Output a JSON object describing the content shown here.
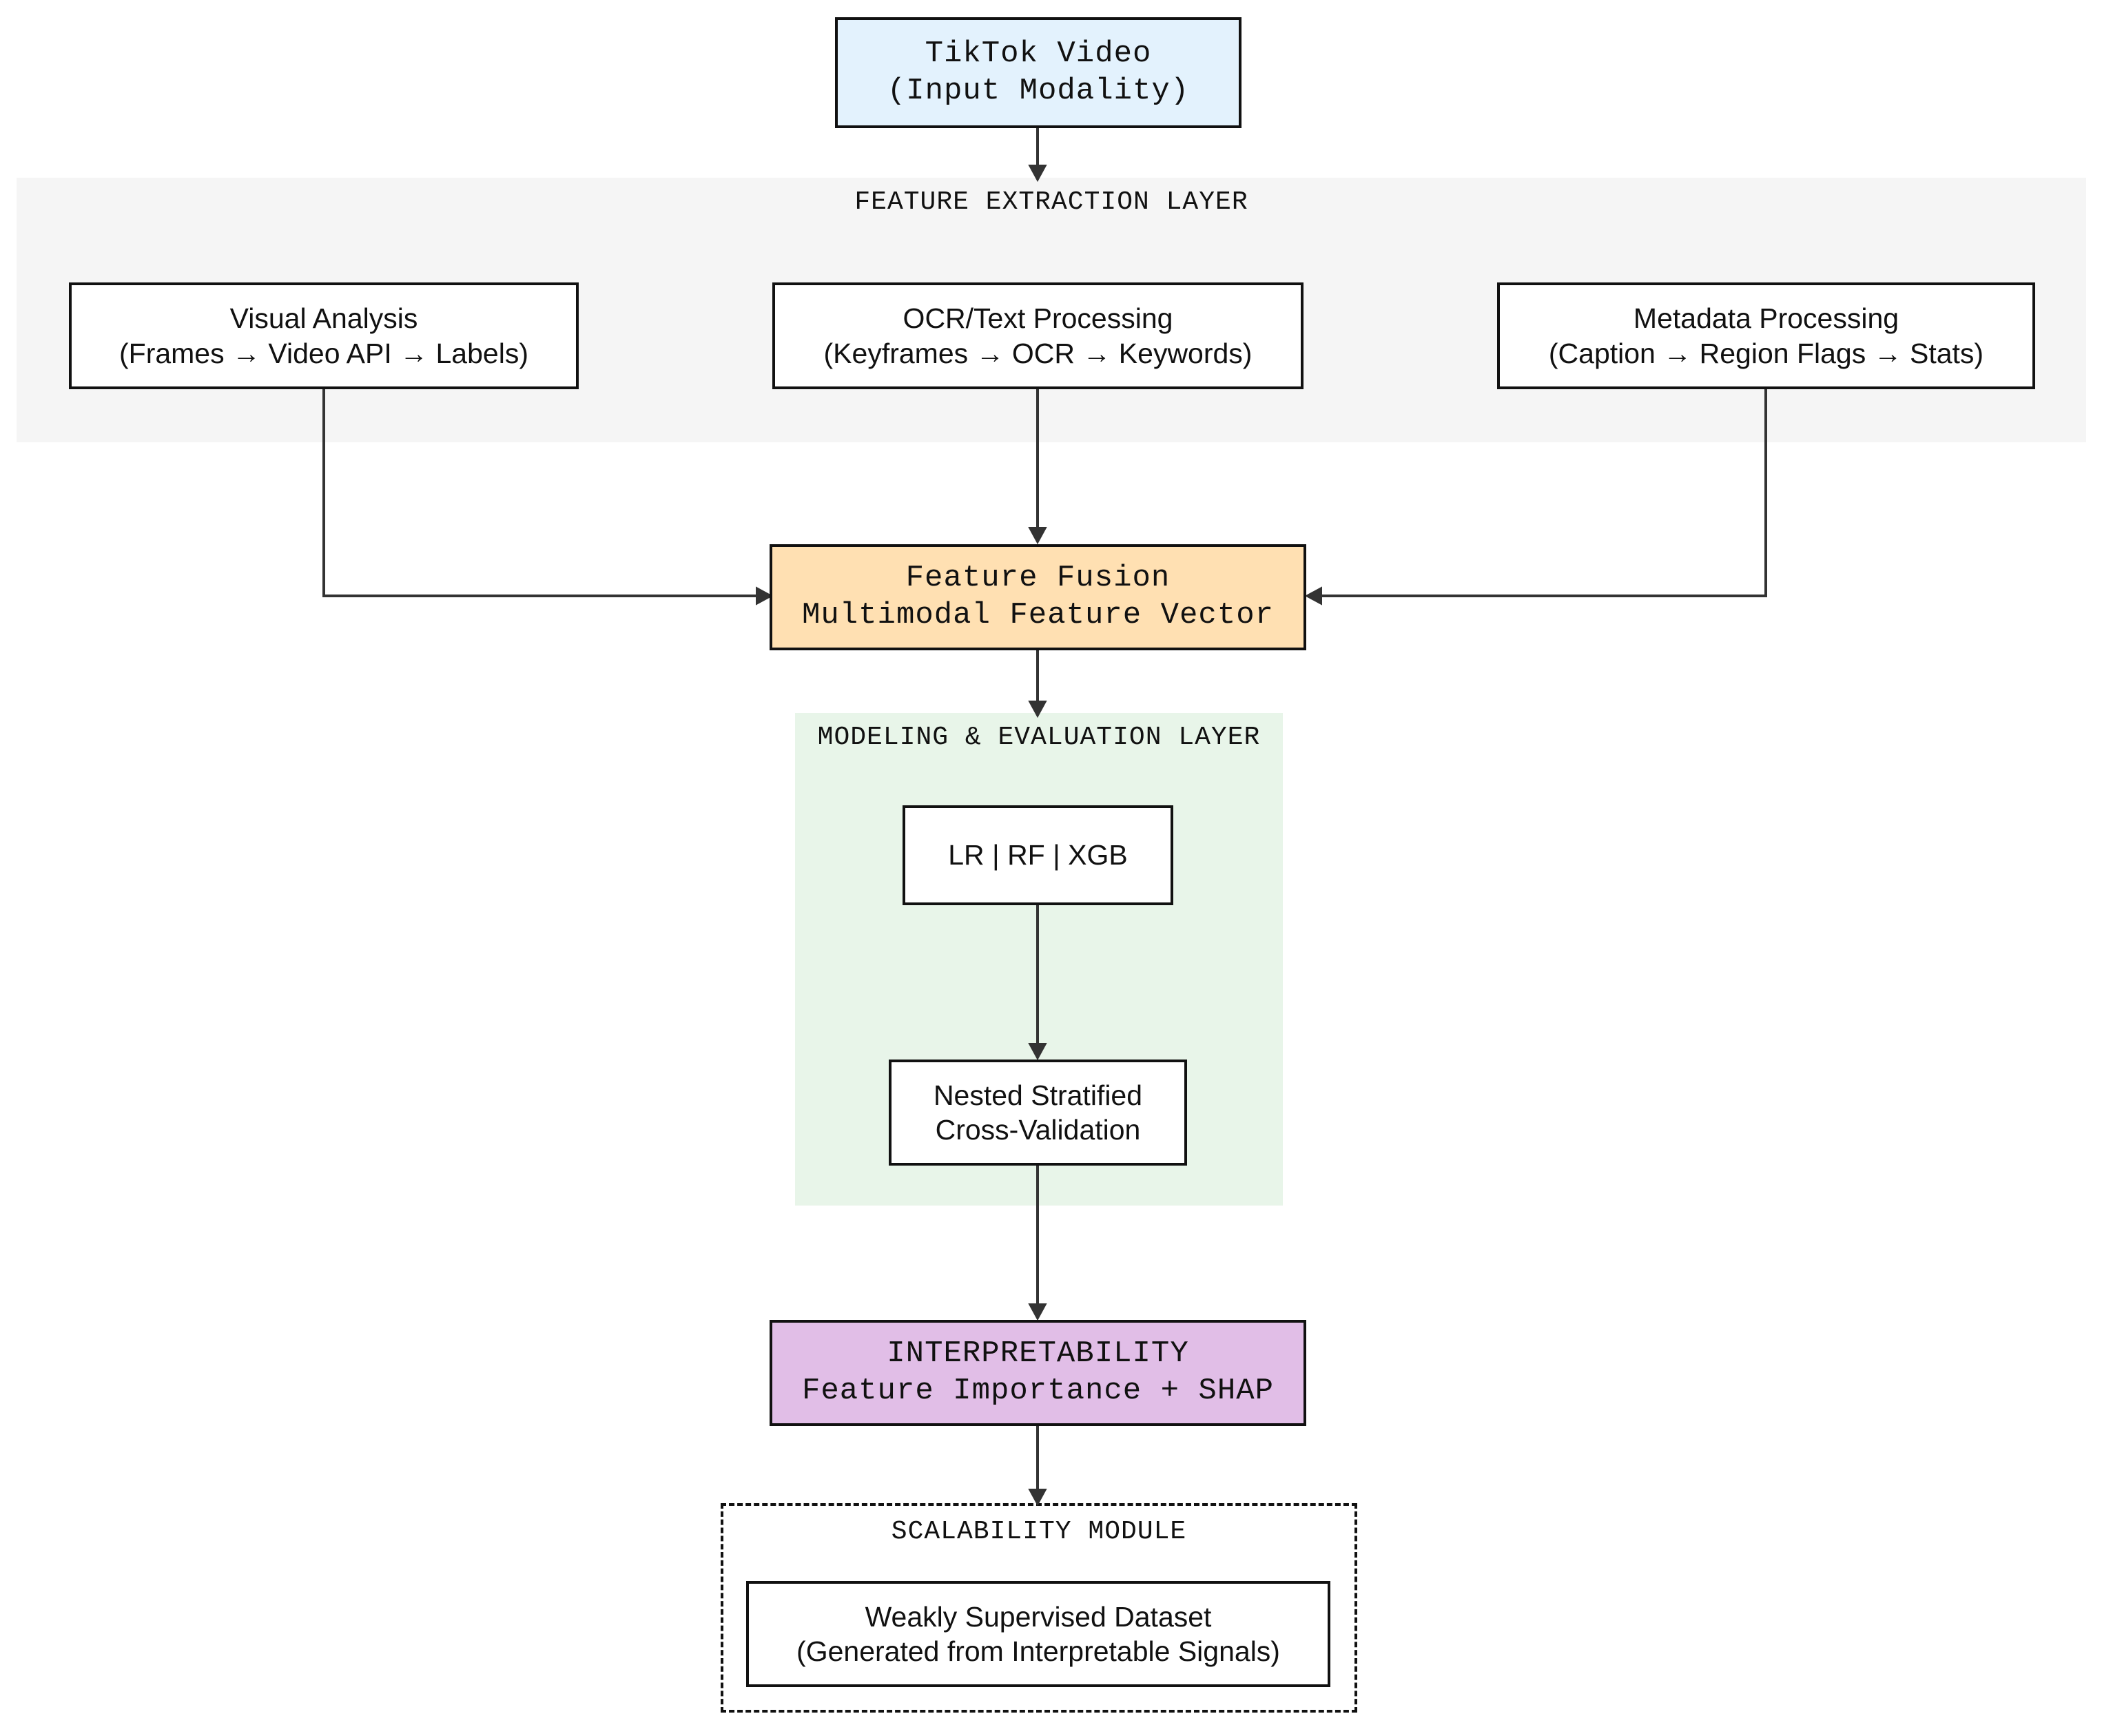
{
  "nodes": {
    "input": {
      "line1": "TikTok Video",
      "line2": "(Input Modality)",
      "fill": "#e3f2fd"
    },
    "visual": {
      "line1": "Visual Analysis",
      "line2": "(Frames → Video API → Labels)"
    },
    "ocr": {
      "line1": "OCR/Text Processing",
      "line2": "(Keyframes → OCR → Keywords)"
    },
    "metadata": {
      "line1": "Metadata Processing",
      "line2": "(Caption → Region Flags → Stats)"
    },
    "fusion": {
      "line1": "Feature Fusion",
      "line2": "Multimodal Feature Vector",
      "fill": "#ffe0b2"
    },
    "models": {
      "line1": "LR | RF | XGB"
    },
    "cv": {
      "line1": "Nested Stratified",
      "line2": "Cross-Validation"
    },
    "interpretability": {
      "line1": "INTERPRETABILITY",
      "line2": "Feature Importance + SHAP",
      "fill": "#e1bee7"
    },
    "dataset": {
      "line1": "Weakly Supervised Dataset",
      "line2": "(Generated from Interpretable Signals)"
    }
  },
  "clusters": {
    "feature_extraction": {
      "label": "FEATURE EXTRACTION LAYER",
      "fill": "#f5f5f5"
    },
    "modeling": {
      "label": "MODELING & EVALUATION LAYER",
      "fill": "#e8f5e9"
    },
    "scalability": {
      "label": "SCALABILITY MODULE",
      "border": "dashed"
    }
  }
}
